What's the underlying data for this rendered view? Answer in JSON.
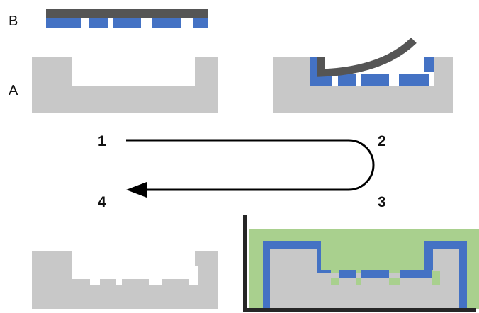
{
  "labels": {
    "layer_b": "B",
    "layer_a": "A"
  },
  "steps": {
    "s1": "1",
    "s2": "2",
    "s3": "3",
    "s4": "4"
  },
  "colors": {
    "substrate": "#c8c8c8",
    "pattern": "#4472c4",
    "backing": "#555555",
    "liquid": "#a9d08e",
    "container": "#262626",
    "arrow": "#000000"
  }
}
